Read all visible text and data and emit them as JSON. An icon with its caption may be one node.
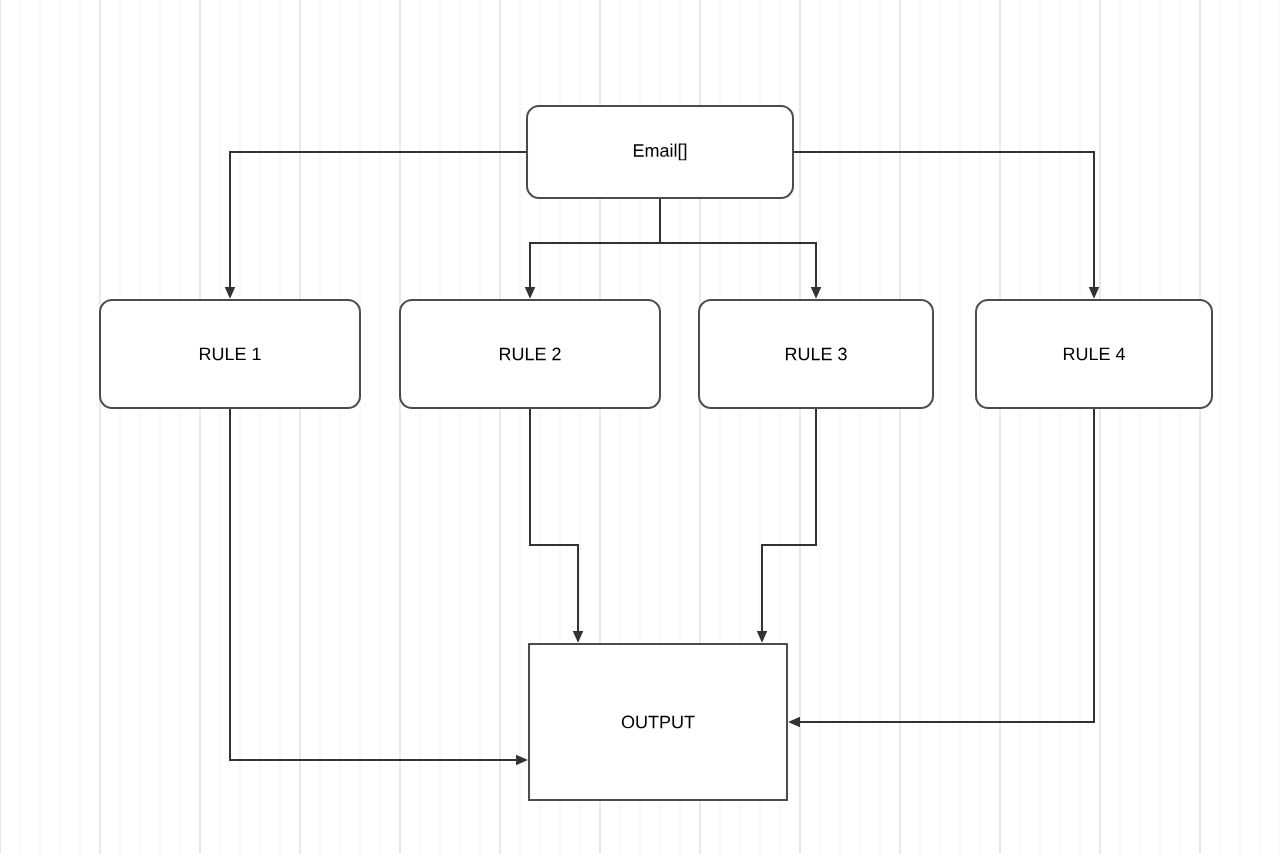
{
  "diagram": {
    "nodes": [
      {
        "text": [
          "Email[]"
        ]
      },
      {
        "text": [
          "RULE 1"
        ]
      },
      {
        "text": [
          "RULE 2"
        ]
      },
      {
        "text": [
          "RULE 3"
        ]
      },
      {
        "text": [
          "RULE 4"
        ]
      },
      {
        "text": [
          "OUTPUT"
        ]
      }
    ],
    "edges": [
      {
        "from": 0,
        "to": 1,
        "arrow": "to"
      },
      {
        "from": 0,
        "to": 2,
        "arrow": "to"
      },
      {
        "from": 0,
        "to": 3,
        "arrow": "to"
      },
      {
        "from": 0,
        "to": 4,
        "arrow": "to"
      },
      {
        "from": 1,
        "to": 5,
        "arrow": "to"
      },
      {
        "from": 2,
        "to": 5,
        "arrow": "to"
      },
      {
        "from": 3,
        "to": 5,
        "arrow": "to"
      },
      {
        "from": 4,
        "to": 5,
        "arrow": "to"
      }
    ]
  }
}
